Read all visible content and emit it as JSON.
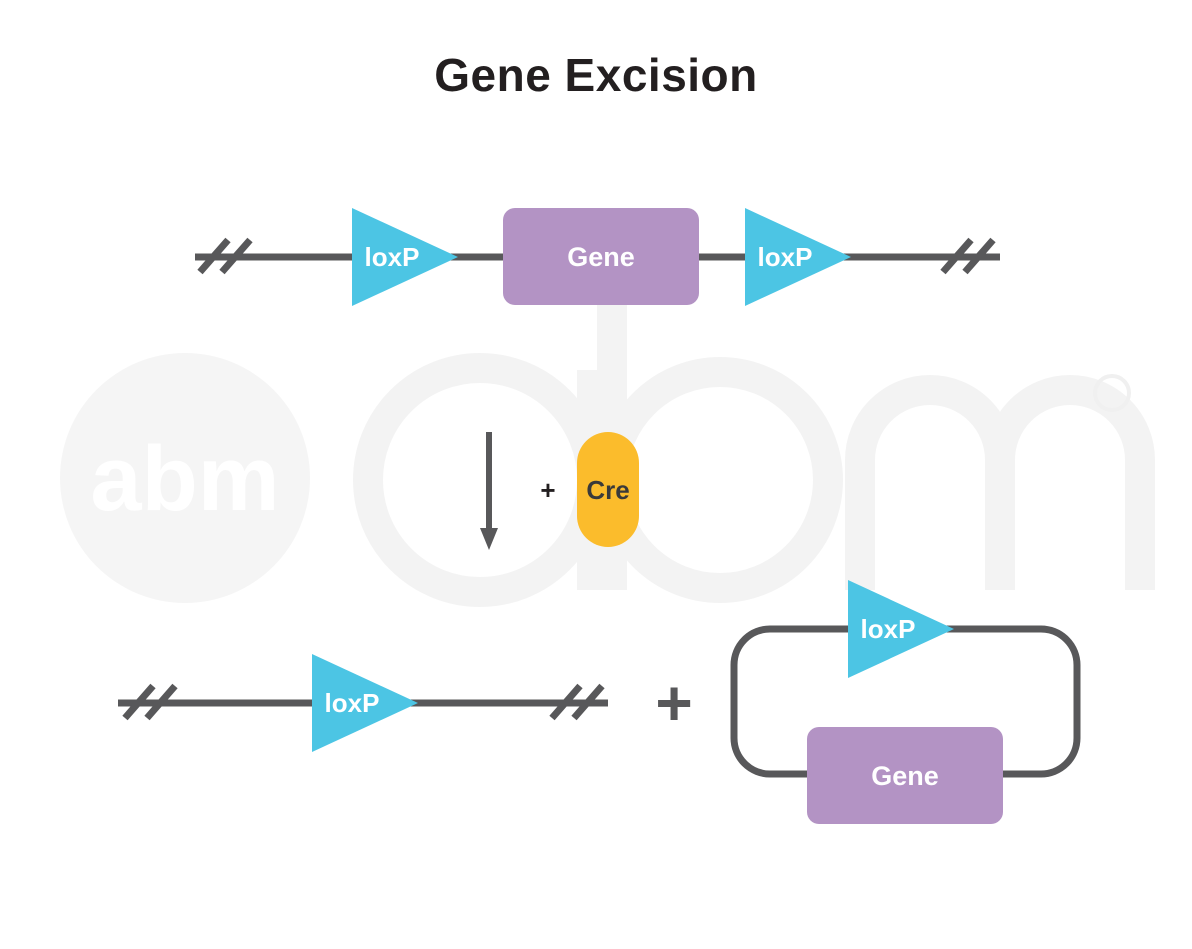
{
  "title": "Gene Excision",
  "watermark": {
    "text": "abm"
  },
  "construct": {
    "site_left": "loxP",
    "gene": "Gene",
    "site_right": "loxP"
  },
  "reaction": {
    "plus": "+",
    "enzyme": "Cre"
  },
  "products": {
    "linear": {
      "site": "loxP"
    },
    "plus": "+",
    "circular": {
      "site": "loxP",
      "gene": "Gene"
    }
  },
  "colors": {
    "dna": "#58585a",
    "loxp": "#4cc5e4",
    "gene": "#b393c4",
    "cre": "#fbbc2c",
    "text_dark": "#231f20",
    "watermark": "#f3f3f3"
  }
}
